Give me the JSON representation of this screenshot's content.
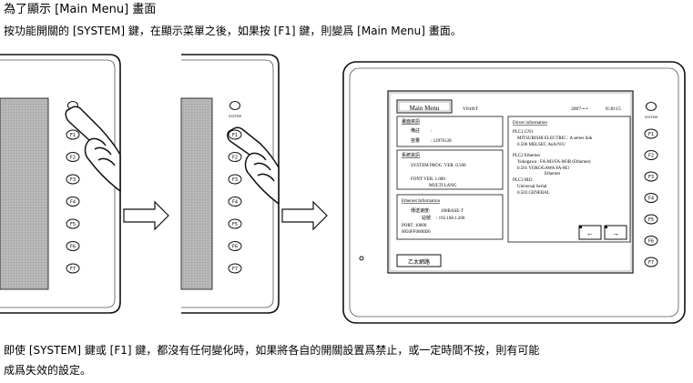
{
  "heading": "為了顯示 [Main Menu] 畫面",
  "instruction": "按功能開關的 [SYSTEM] 鍵，在顯示菜單之後，如果按 [F1] 鍵，則變爲 [Main Menu] 畫面。",
  "note_line1": "即使 [SYSTEM] 鍵或 [F1] 鍵，都沒有任何變化時，如果將各自的開關設置爲禁止，或一定時間不按，則有可能",
  "note_line2": "成爲失效的設定。",
  "panel_keys": {
    "system": "SYSTEM",
    "keys": [
      "F1",
      "F2",
      "F3",
      "F4",
      "F5",
      "F6",
      "F7"
    ]
  },
  "screen": {
    "title_button": "Main Menu",
    "model": "V810iT",
    "date": "2007-•-•",
    "time": "8:30:15",
    "screen_info": {
      "heading": "畫面資訊",
      "label1": "備註",
      "value1": ":",
      "label2": "容量",
      "value2": ": 12976128"
    },
    "system_info": {
      "heading": "系統資訊",
      "prog": "SYSTEM PROG. VER. 0.500",
      "font": "FONT VER. 1.000",
      "lang": "MULTI LANG"
    },
    "ethernet": {
      "heading": "Ethernet Information",
      "speed_label": "傳送速度:",
      "speed_value": "100BASE-T",
      "station_label": "站號",
      "station_value": ": 192.168.1.200",
      "port": "PORT: 10000",
      "mac": "0050FF0000D0"
    },
    "driver": {
      "heading": "Driver information",
      "lines": [
        "PLC1 CN1",
        "MITSUBISHI ELECTRIC : A series link",
        "0.506 MELSEC AnA/N/U",
        "PLC2 Ethernet",
        "Yokogawa : FA-M3/FA-M3R (Ethernet)",
        "0.501 YOKOGAWA FA-M3",
        "Ethernet",
        "PLC3 MJ2",
        "Universal Serial",
        "0.503 GENERAL"
      ]
    },
    "arrow_left": "←",
    "arrow_right": "→",
    "bottom_button": "乙太網路"
  }
}
